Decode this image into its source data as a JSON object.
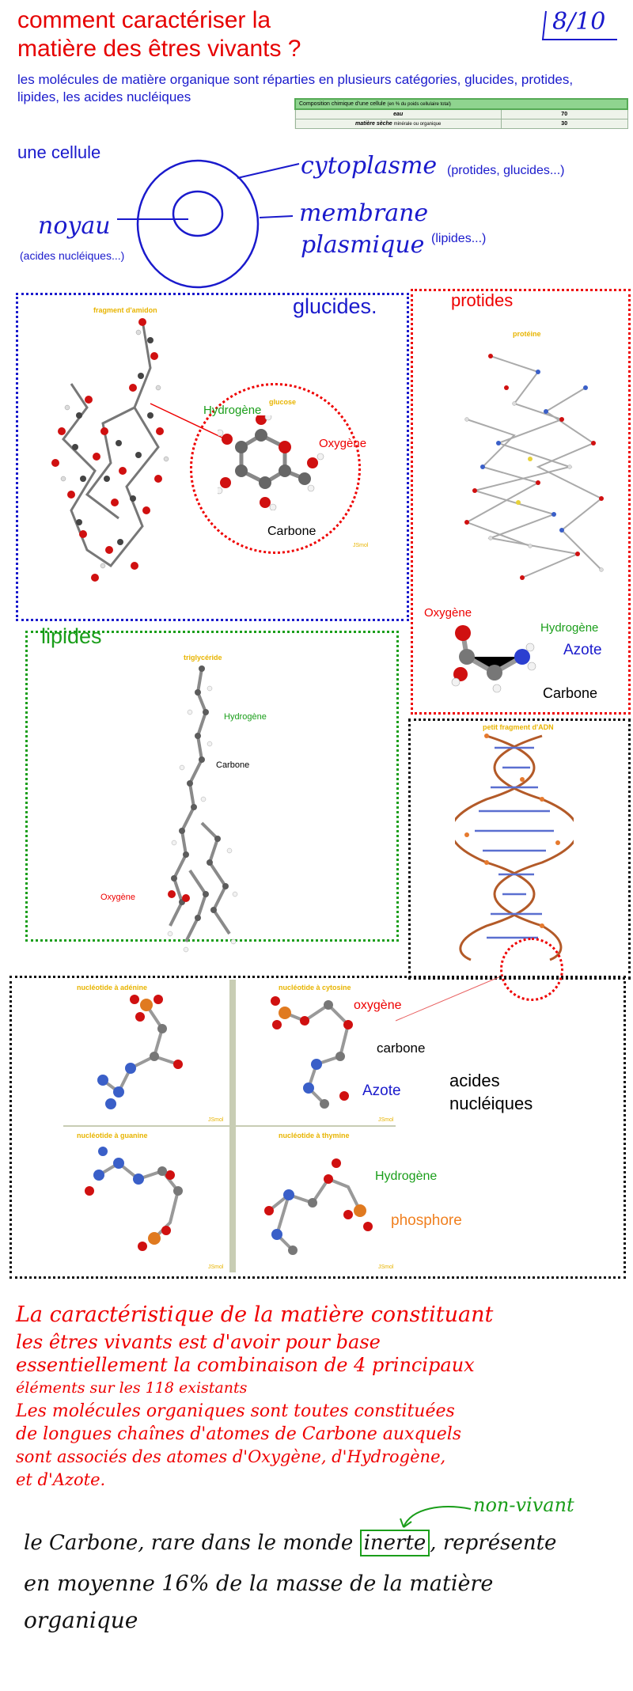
{
  "page_score": "8/10",
  "title": "comment caractériser la matière des êtres vivants ?",
  "intro": "les molécules de matière organique sont réparties en plusieurs catégories, glucides, protides, lipides, les acides nucléiques",
  "composition_table": {
    "header": "Composition chimique d'une cellule",
    "header_note": "(en % du poids cellulaire total)",
    "rows": [
      {
        "label": "eau",
        "note": "",
        "value": "70"
      },
      {
        "label": "matière sèche",
        "note": "minérale ou organique",
        "value": "30"
      }
    ]
  },
  "cell": {
    "heading": "une cellule",
    "cytoplasme_hand": "cytoplasme",
    "cytoplasme_note": "(protides, glucides...)",
    "membrane_hand_1": "membrane",
    "membrane_hand_2": "plasmique",
    "membrane_note": "(lipides...)",
    "noyau_hand": "noyau",
    "noyau_note": "(acides nucléiques...)"
  },
  "glucides": {
    "title": "glucides.",
    "caption_amidon": "fragment d'amidon",
    "caption_glucose": "glucose",
    "hydrogene": "Hydrogène",
    "oxygene": "Oxygène",
    "carbone": "Carbone",
    "jsmol": "JSmol"
  },
  "protides": {
    "title": "protides",
    "caption": "protéine",
    "oxygene": "Oxygène",
    "hydrogene": "Hydrogène",
    "azote": "Azote",
    "carbone": "Carbone"
  },
  "lipides": {
    "title": "lipides",
    "caption": "triglycéride",
    "hydrogene": "Hydrogène",
    "carbone": "Carbone",
    "oxygene": "Oxygène"
  },
  "adn": {
    "caption": "petit fragment d'ADN"
  },
  "nucleiques": {
    "title_1": "acides",
    "title_2": "nucléiques",
    "cap_adenine": "nucléotide à adénine",
    "cap_cytosine": "nucléotide à cytosine",
    "cap_guanine": "nucléotide à guanine",
    "cap_thymine": "nucléotide à thymine",
    "oxygene": "oxygène",
    "carbone": "carbone",
    "azote": "Azote",
    "hydrogene": "Hydrogène",
    "phosphore": "phosphore",
    "jsmol": "JSmol"
  },
  "notes_red": [
    "La caractéristique de la matière constituant",
    "les êtres vivants est d'avoir pour base",
    "essentiellement la combinaison de 4 principaux",
    "éléments sur les 118 existants",
    "Les molécules organiques sont toutes constituées",
    "de longues chaînes d'atomes de Carbone auxquels",
    "sont associés des atomes d'Oxygène, d'Hydrogène,",
    "et d'Azote."
  ],
  "note_green": "non-vivant",
  "notes_black": {
    "line1_a": "le Carbone, rare dans le monde",
    "line1_boxed": "inerte",
    "line1_b": ", représente",
    "line2": "en moyenne 16% de la masse de la matière",
    "line3": "organique"
  },
  "colors": {
    "title_red": "#e60000",
    "blue_ink": "#1a1acc",
    "green_ink": "#1a9e1a",
    "orange": "#f08020",
    "caption_yellow": "#e8b400"
  }
}
